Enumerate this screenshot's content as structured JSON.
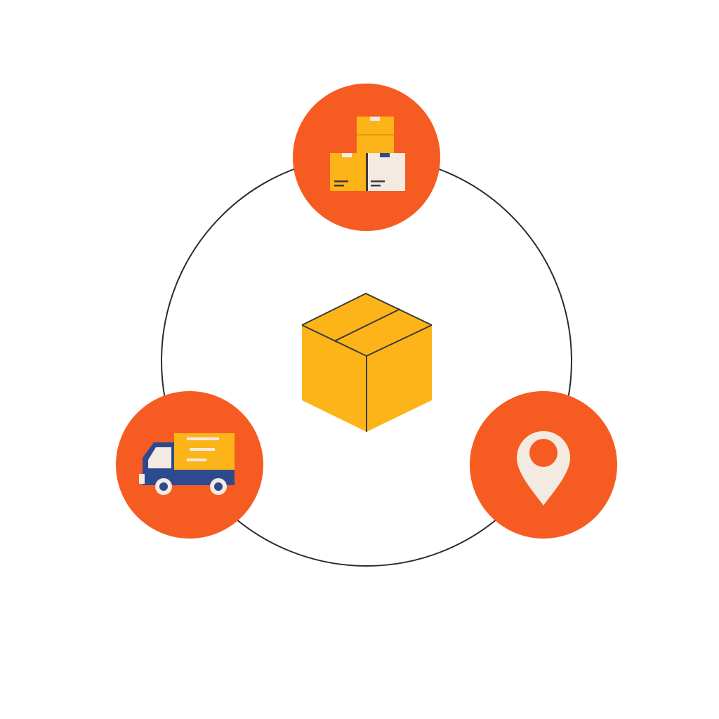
{
  "diagram": {
    "type": "logistics-cycle",
    "center": {
      "icon": "cardboard-box-icon"
    },
    "nodes": [
      {
        "id": "warehouse",
        "icon": "stacked-boxes-icon"
      },
      {
        "id": "destination",
        "icon": "location-pin-icon"
      },
      {
        "id": "delivery",
        "icon": "delivery-truck-icon"
      }
    ]
  },
  "colors": {
    "background": "#ffffff",
    "ring": "#2b2b2b",
    "node_fill": "#f65c22",
    "box_yellow": "#fdb418",
    "box_yellow_shade": "#f5a911",
    "box_cream": "#f3ebe1",
    "truck_blue": "#2e4a8e",
    "outline": "#3a3a3a"
  }
}
